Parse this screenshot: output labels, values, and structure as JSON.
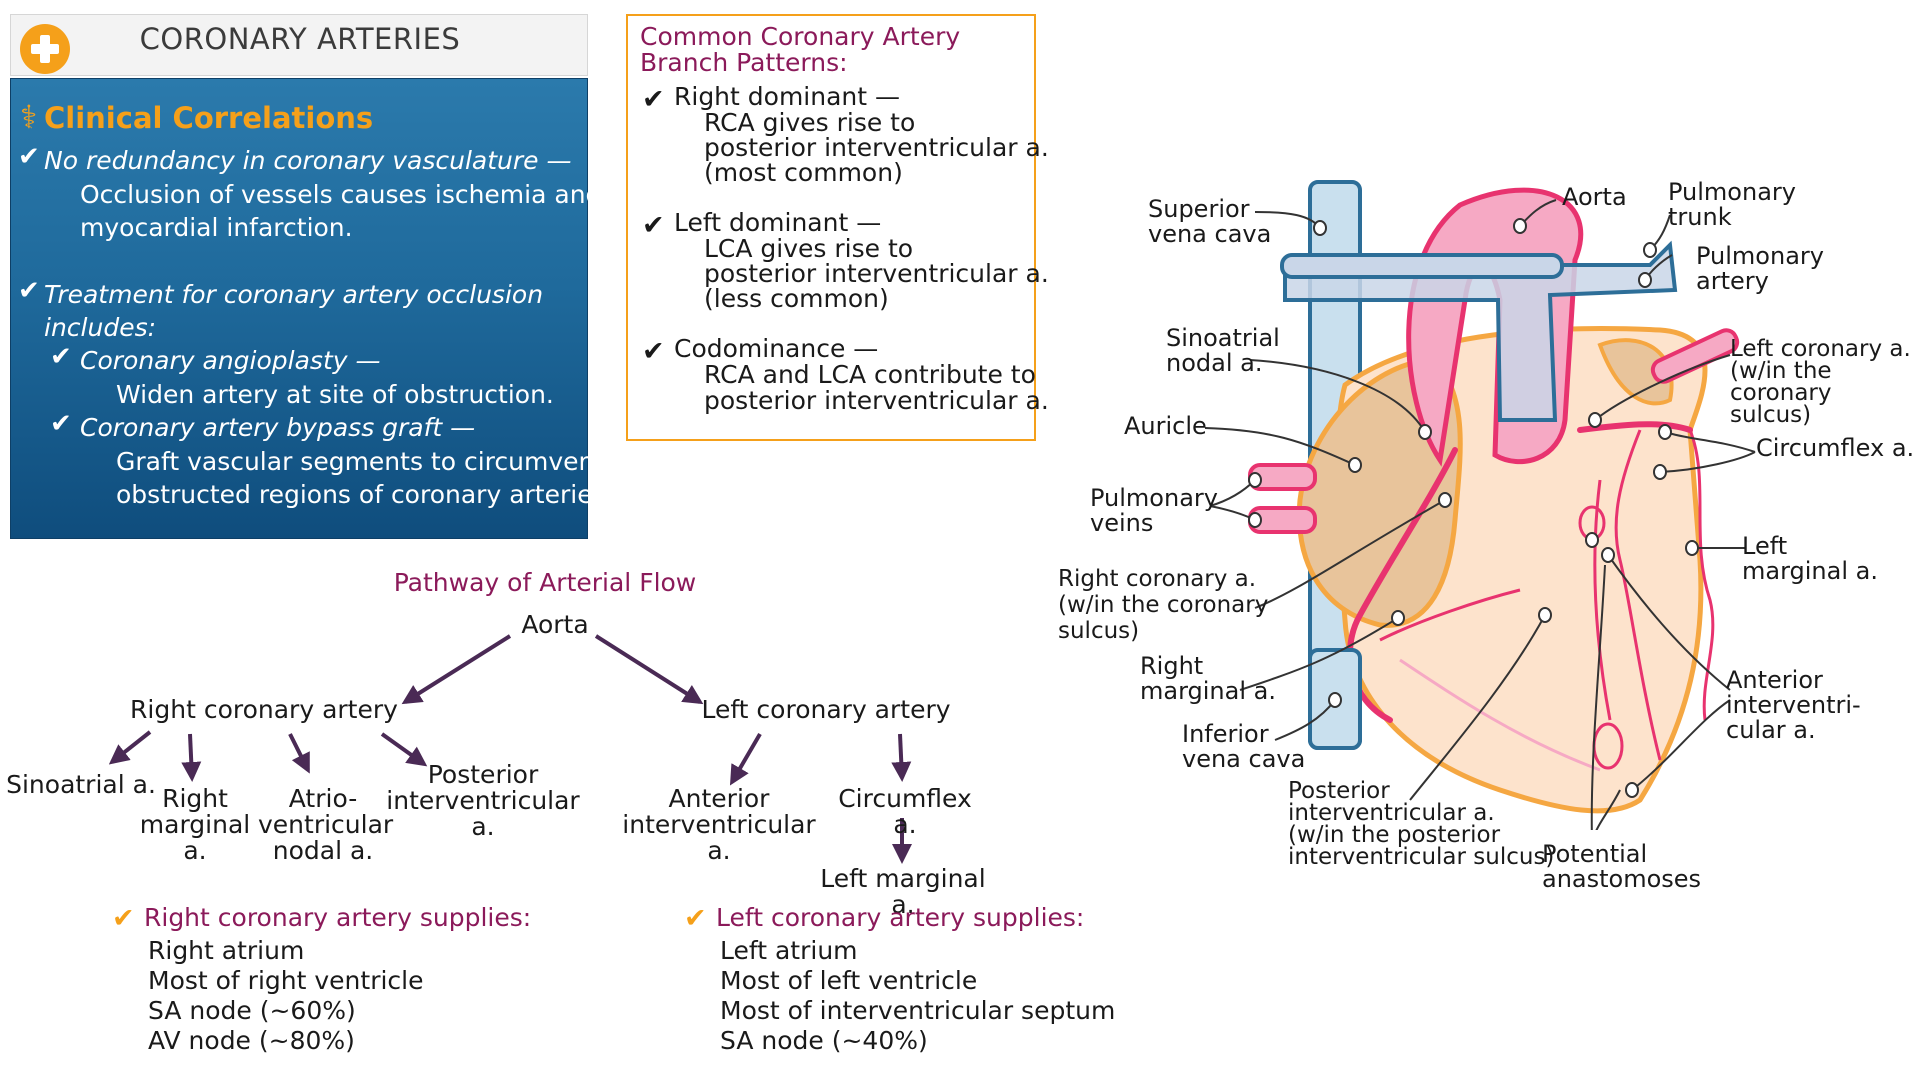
{
  "header": {
    "title": "CORONARY ARTERIES",
    "icon": "plus-icon"
  },
  "clinical": {
    "heading": "Clinical Correlations",
    "heading_icon": "caduceus-icon",
    "items": [
      {
        "title": "No redundancy in coronary vasculature —",
        "lines": [
          "Occlusion of vessels causes ischemia and",
          "myocardial infarction."
        ]
      },
      {
        "title_lines": [
          "Treatment for coronary artery occlusion",
          "includes:"
        ],
        "sub": [
          {
            "title": "Coronary angioplasty —",
            "text": "Widen artery at site of obstruction."
          },
          {
            "title": "Coronary artery bypass graft —",
            "lines": [
              "Graft vascular segments to circumvent",
              "obstructed regions of coronary arteries."
            ]
          }
        ]
      }
    ]
  },
  "patterns": {
    "title_lines": [
      "Common Coronary Artery",
      "Branch Patterns:"
    ],
    "items": [
      {
        "title": "Right dominant —",
        "lines": [
          "RCA gives rise to",
          "posterior interventricular a.",
          "(most common)"
        ]
      },
      {
        "title": "Left dominant —",
        "lines": [
          "LCA gives rise to",
          "posterior interventricular a.",
          "(less common)"
        ]
      },
      {
        "title": "Codominance —",
        "lines": [
          "RCA and LCA contribute to",
          "posterior interventricular a."
        ]
      }
    ]
  },
  "flow": {
    "title": "Pathway of Arterial Flow",
    "root": "Aorta",
    "right": {
      "label": "Right coronary artery",
      "branches": [
        "Sinoatrial a.",
        "Right\nmarginal a.",
        "Atrio-\nventricular\nnodal a.",
        "Posterior\ninterventricular a."
      ]
    },
    "left": {
      "label": "Left coronary artery",
      "branches": [
        "Anterior\ninterventricular a.",
        "Circumflex a."
      ],
      "sub": "Left marginal a."
    },
    "right_supplies": {
      "title": "Right coronary artery supplies:",
      "items": [
        "Right atrium",
        "Most of right ventricle",
        "SA node (~60%)",
        "AV node (~80%)"
      ]
    },
    "left_supplies": {
      "title": "Left coronary artery supplies:",
      "items": [
        "Left atrium",
        "Most of left ventricle",
        "Most of interventricular septum",
        "SA node (~40%)"
      ]
    }
  },
  "heart": {
    "labels": {
      "svc": "Superior\nvena cava",
      "aorta": "Aorta",
      "ptrunk": "Pulmonary\ntrunk",
      "partery": "Pulmonary\nartery",
      "sa": "Sinoatrial\nnodal a.",
      "lca": "Left coronary a.\n(w/in the coronary\nsulcus)",
      "auricle": "Auricle",
      "circ": "Circumflex a.",
      "pveins": "Pulmonary\nveins",
      "lmarg": "Left\nmarginal a.",
      "rca": "Right coronary a.\n(w/in the coronary\nsulcus)",
      "rmarg": "Right\nmarginal a.",
      "ant": "Anterior\ninterventri-\ncular a.",
      "ivc": "Inferior\nvena cava",
      "post": "Posterior\ninterventricular a.\n(w/in the posterior\ninterventricular sulcus)",
      "anast": "Potential\nanastomoses"
    },
    "colors": {
      "artery": "#e8336f",
      "vein": "#2d6e98",
      "atrium": "#e8c49b",
      "ventricle": "#fde3cc",
      "outline": "#f5a742"
    }
  }
}
